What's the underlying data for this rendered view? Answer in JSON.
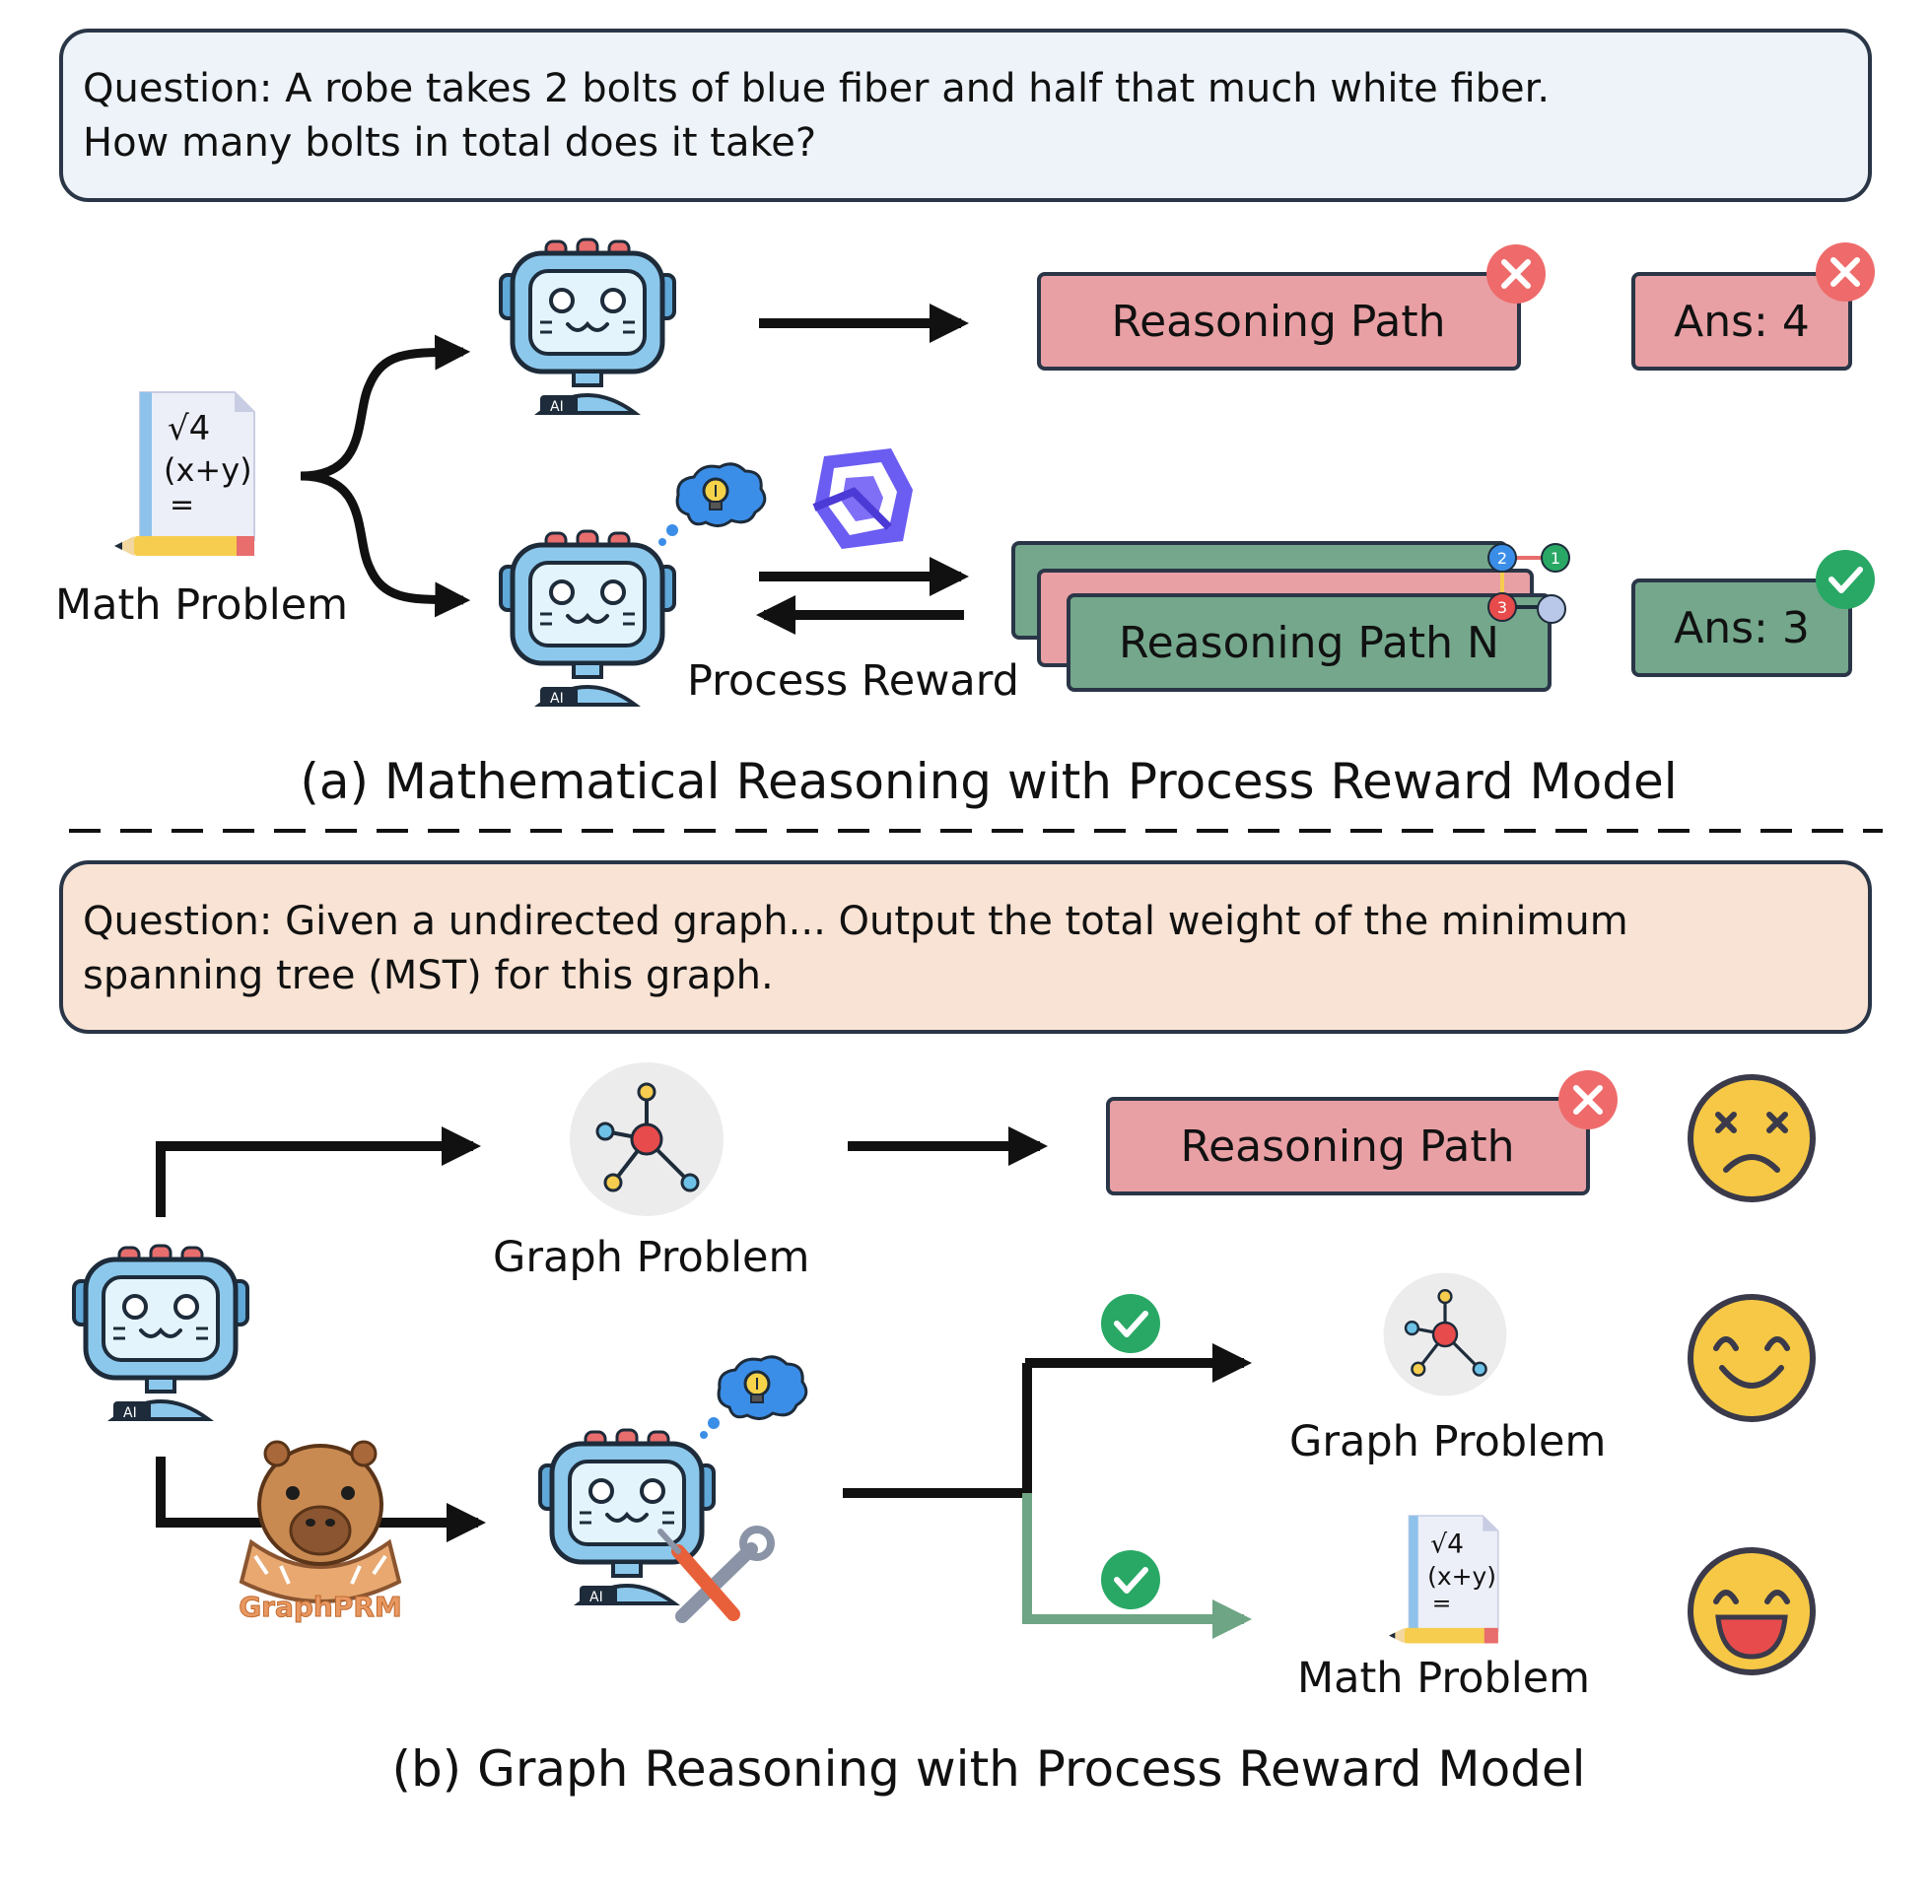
{
  "colors": {
    "question_a_bg": "#edf3f9",
    "question_b_bg": "#f9e3d4",
    "wrong_box": "#e8a0a4",
    "right_box": "#74a78c",
    "robot_blue": "#8cc8ec",
    "wrong_badge": "#ef6b6b",
    "right_badge": "#29a865",
    "face_yellow": "#f6c845",
    "green_arrow": "#6ea585"
  },
  "panel_a": {
    "question_line1": "Question: A robe takes 2 bolts of blue fiber and half that much white fiber.",
    "question_line2": "How many bolts in total does it take?",
    "math_problem_label": "Math Problem",
    "math_icon_text1": "√4",
    "math_icon_text2": "(x+y)",
    "math_icon_text3": "=",
    "robot_badge": "AI",
    "top_path_label": "Reasoning Path",
    "top_answer": "Ans: 4",
    "bottom_path_label": "Reasoning Path N",
    "bottom_answer": "Ans: 3",
    "process_reward_label": "Process Reward",
    "step_numbers": [
      "1",
      "2",
      "3"
    ],
    "caption": "(a) Mathematical Reasoning with Process Reward Model"
  },
  "panel_b": {
    "question_line1": "Question: Given a undirected graph... Output the total weight of the minimum",
    "question_line2": "spanning tree (MST) for this graph.",
    "graph_problem_label": "Graph Problem",
    "top_path_label": "Reasoning Path",
    "graph_problem_label_right": "Graph Problem",
    "math_problem_label_right": "Math Problem",
    "graphprm_label": "GraphPRM",
    "robot_badge": "AI",
    "caption": "(b) Graph Reasoning with Process Reward Model"
  }
}
